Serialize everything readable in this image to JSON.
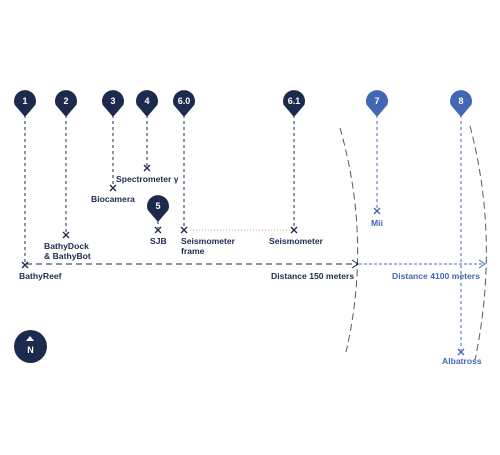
{
  "pins": [
    {
      "number": "1",
      "color": "#1c2a4e"
    },
    {
      "number": "2",
      "color": "#1c2a4e"
    },
    {
      "number": "3",
      "color": "#1c2a4e"
    },
    {
      "number": "4",
      "color": "#1c2a4e"
    },
    {
      "number": "6.0",
      "color": "#1c2a4e"
    },
    {
      "number": "6.1",
      "color": "#1c2a4e"
    },
    {
      "number": "7",
      "color": "#4367b4"
    },
    {
      "number": "8",
      "color": "#4367b4"
    },
    {
      "number": "5",
      "color": "#1c2a4e"
    }
  ],
  "sites": {
    "bathyreef": "BathyReef",
    "bathydock_line1": "BathyDock",
    "bathydock_line2": "& BathyBot",
    "biocamera": "Biocamera",
    "spectrometer": "Spectrometer γ",
    "sjb": "SJB",
    "seismometer_frame_line1": "Seismometer",
    "seismometer_frame_line2": "frame",
    "seismometer": "Seismometer",
    "mii": "Mii",
    "albatross": "Albatross"
  },
  "distances": {
    "near": "Distance 150 meters",
    "far": "Distance 4100 meters"
  },
  "compass": {
    "label": "N"
  },
  "colors": {
    "dark": "#1c2a4e",
    "blue": "#4367b4",
    "link": "#f0a35a",
    "arc": "#555a66"
  }
}
